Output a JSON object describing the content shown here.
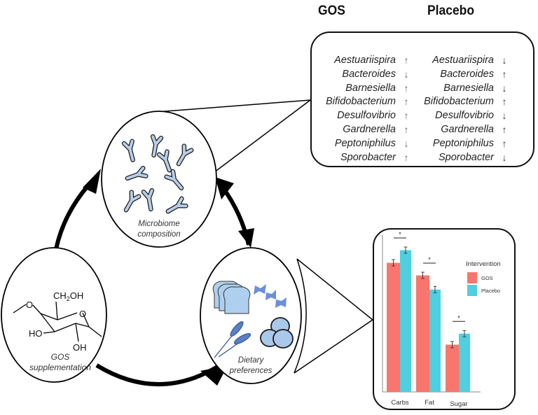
{
  "headers": {
    "gos": "GOS",
    "placebo": "Placebo"
  },
  "taxa": {
    "names": [
      "Aestuariispira",
      "Bacteroides",
      "Barnesiella",
      "Bifidobacterium",
      "Desulfovibrio",
      "Gardnerella",
      "Peptoniphilus",
      "Sporobacter"
    ],
    "gos_direction": [
      "up",
      "down",
      "up",
      "up",
      "up",
      "up",
      "down",
      "up"
    ],
    "placebo_direction": [
      "down",
      "up",
      "down",
      "up",
      "down",
      "up",
      "up",
      "down"
    ],
    "arrow_glyphs": {
      "up": "↑",
      "down": "↓"
    }
  },
  "nodes": {
    "microbiome": {
      "line1": "Microbiome",
      "line2": "composition"
    },
    "dietary": {
      "line1": "Dietary",
      "line2": "preferences"
    },
    "gos": {
      "line1": "GOS",
      "line2": "supplementation"
    }
  },
  "molecule": {
    "ch2oh": "CH",
    "sub2": "2",
    "oh_suffix": "OH",
    "ring_o": "O",
    "ether_o": "O",
    "ho": "HO",
    "oh": "OH"
  },
  "icons": [
    "bacteria-icon",
    "bread-icon",
    "pasta-icon",
    "wheat-icon",
    "eggs-icon",
    "galactose-molecule-icon"
  ],
  "colors": {
    "gos": "#f8766d",
    "placebo": "#4fcfe0",
    "bacteria_fill": "#b7cde8",
    "food_fill": "#aac8ea",
    "food_dark": "#5b7fc4"
  },
  "chart_data": {
    "type": "bar",
    "title": "",
    "xlabel": "",
    "ylabel": "",
    "categories": [
      "Carbs",
      "Fat",
      "Sugar"
    ],
    "series": [
      {
        "name": "GOS",
        "values": [
          0.82,
          0.74,
          0.3
        ],
        "errors": [
          0.02,
          0.02,
          0.02
        ]
      },
      {
        "name": "Placebo",
        "values": [
          0.9,
          0.65,
          0.37
        ],
        "errors": [
          0.02,
          0.02,
          0.02
        ]
      }
    ],
    "significance": [
      "*",
      "*",
      "*"
    ],
    "legend": {
      "title": "Intervention",
      "entries": [
        "GOS",
        "Placebo"
      ],
      "placement": "right"
    },
    "ylim": [
      0,
      1
    ],
    "grid": false,
    "y_ticks_shown": false
  }
}
